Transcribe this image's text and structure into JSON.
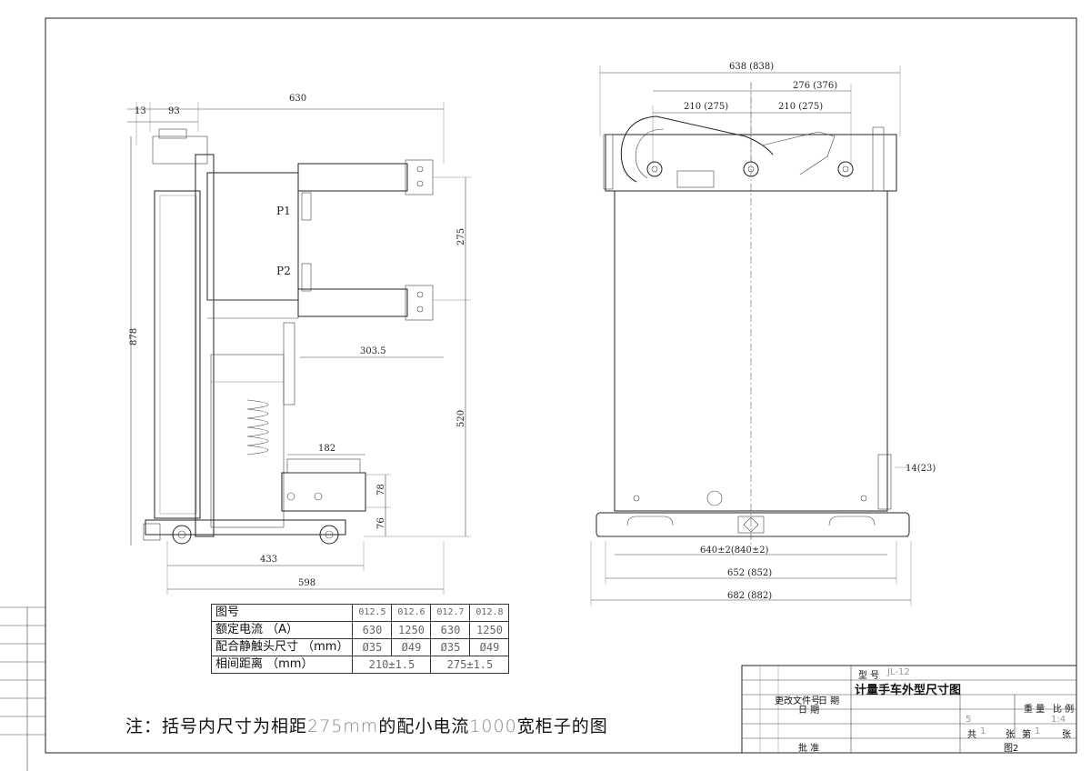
{
  "drawing": {
    "side_view": {
      "dims": {
        "top_13": "13",
        "top_93": "93",
        "top_630": "630",
        "left_878": "878",
        "right_275": "275",
        "right_520": "520",
        "mid_303_5": "303.5",
        "mid_182": "182",
        "right_78": "78",
        "right_76": "76",
        "bottom_433": "433",
        "bottom_598": "598"
      },
      "labels": {
        "p1": "P1",
        "p2": "P2"
      }
    },
    "front_view": {
      "dims": {
        "top_638": "638 (838)",
        "top_276": "276 (376)",
        "top_210_left": "210 (275)",
        "top_210_right": "210 (275)",
        "side_14": "14(23)",
        "bottom_640": "640±2(840±2)",
        "bottom_652": "652 (852)",
        "bottom_682": "682 (882)"
      }
    }
  },
  "spec_table": {
    "header": {
      "label": "图号",
      "cols": [
        "012.5",
        "012.6",
        "012.7",
        "012.8"
      ]
    },
    "rated_current": {
      "label": "额定电流 （A）",
      "values": [
        "630",
        "1250",
        "630",
        "1250"
      ]
    },
    "contact_size": {
      "label": "配合静触头尺寸 （mm）",
      "values": [
        "Ø35",
        "Ø49",
        "Ø35",
        "Ø49"
      ]
    },
    "phase_distance": {
      "label": "相间距离 （mm）",
      "values": [
        "210±1.5",
        "275±1.5"
      ]
    }
  },
  "note": {
    "prefix": "注：括号内尺寸为相距",
    "dist": "275mm",
    "mid": "的配小电流",
    "width": "1000",
    "suffix": "宽柜子的图"
  },
  "title_block": {
    "model_label": "型 号",
    "model_value": "JL-12",
    "title": "计量手车外型尺寸图",
    "change_doc": "更改文件号",
    "date1": "日 期",
    "date2": "日 期",
    "weight": "重 量",
    "scale_label": "比 例",
    "weight_value": "5",
    "scale_value": "1:4",
    "total_label": "共",
    "total_value": "1",
    "sheet_label": "张",
    "page_label": "第",
    "page_value": "1",
    "sheet_label2": "张",
    "approve": "批 准",
    "fig_no": "图2"
  }
}
